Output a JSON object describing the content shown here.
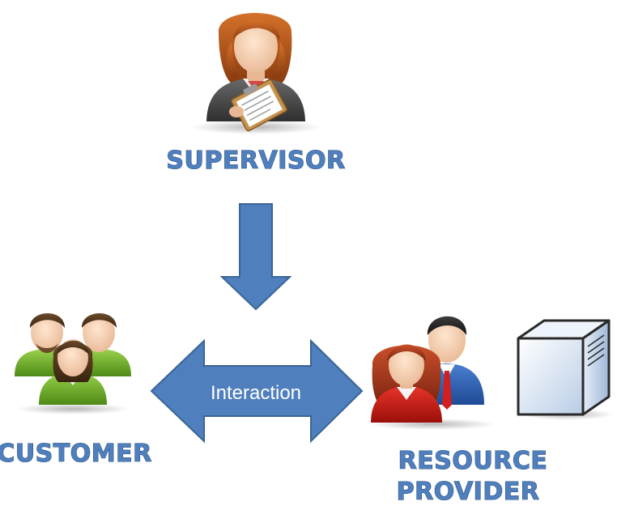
{
  "roles": {
    "supervisor": "SUPERVISOR",
    "customer": "CUSTOMER",
    "resource_provider_line1": "RESOURCE",
    "resource_provider_line2": "PROVIDER"
  },
  "arrows": {
    "interaction_label": "Interaction"
  },
  "colors": {
    "arrow_fill": "#4f7fbd",
    "arrow_stroke": "#3a6496",
    "label_fill": "#4f7fbd"
  },
  "icons": [
    "supervisor-avatar-icon",
    "customer-group-icon",
    "resource-provider-people-icon",
    "server-icon"
  ]
}
